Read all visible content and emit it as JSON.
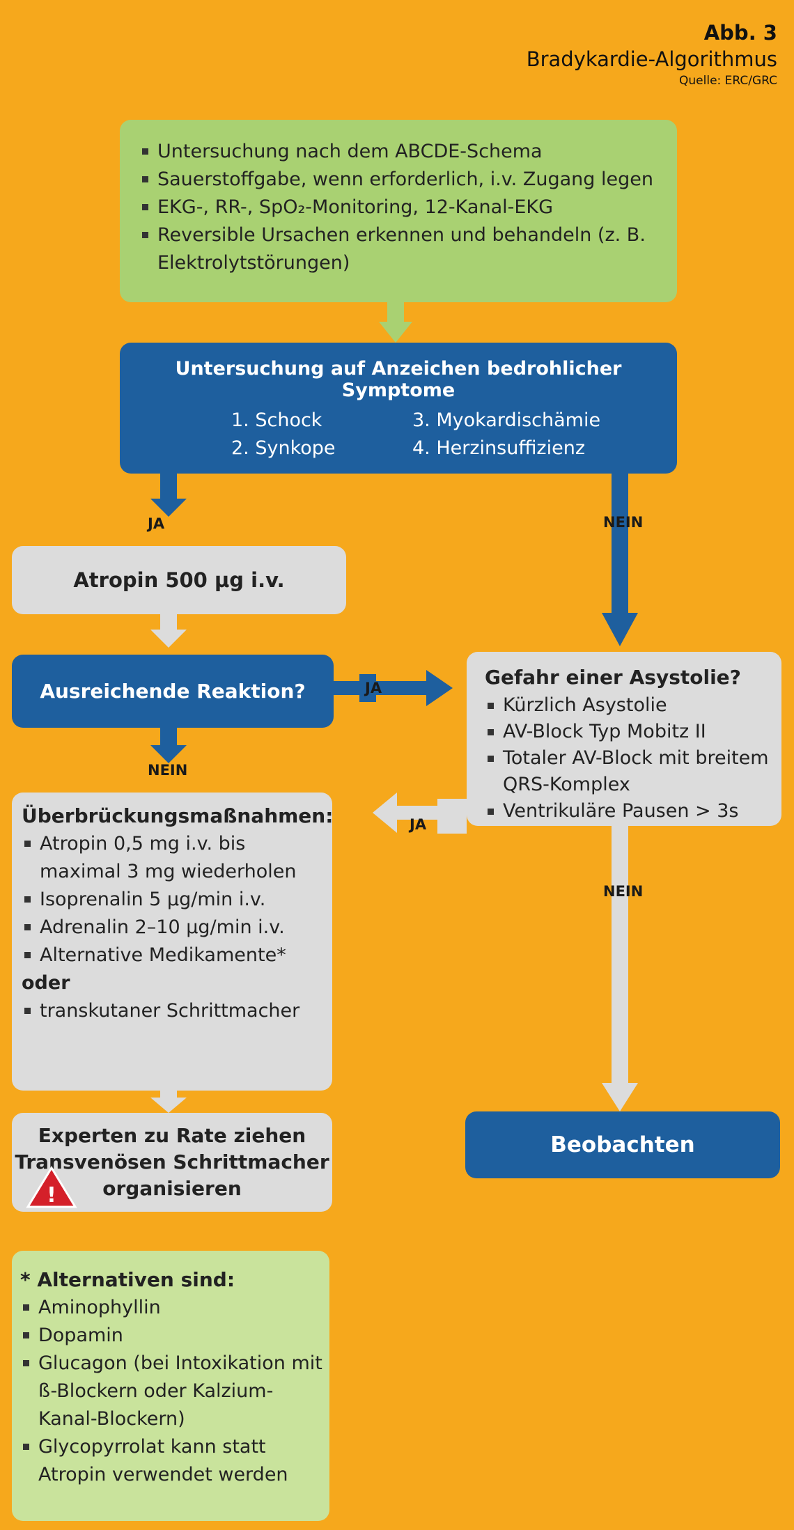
{
  "header": {
    "abb": "Abb. 3",
    "title": "Bradykardie-Algorithmus",
    "source": "Quelle: ERC/GRC"
  },
  "box_assess": {
    "items": [
      "Untersuchung nach dem ABCDE-Schema",
      "Sauerstoffgabe, wenn erforderlich, i.v. Zugang legen",
      "EKG-, RR-, SpO₂-Monitoring, 12-Kanal-EKG",
      "Reversible Ursachen erkennen und behandeln (z. B. Elektrolytstörungen)"
    ]
  },
  "box_symptoms": {
    "title": "Untersuchung auf Anzeichen bedrohlicher Symptome",
    "col1": [
      "1. Schock",
      "2. Synkope"
    ],
    "col2": [
      "3. Myokardischämie",
      "4. Herzinsuffizienz"
    ]
  },
  "labels": {
    "ja_left": "JA",
    "nein_right": "NEIN",
    "ja_middle": "JA",
    "nein_left": "NEIN",
    "ja_bridge": "JA",
    "nein_asystole": "NEIN"
  },
  "box_atropin": {
    "text": "Atropin 500 µg i.v."
  },
  "box_reaction": {
    "text": "Ausreichende Reaktion?"
  },
  "box_asystole": {
    "title": "Gefahr einer Asystolie?",
    "items": [
      "Kürzlich Asystolie",
      "AV-Block Typ Mobitz II",
      "Totaler AV-Block mit breitem QRS-Komplex",
      "Ventrikuläre Pausen > 3s"
    ]
  },
  "box_bridge": {
    "title": "Überbrückungsmaßnahmen:",
    "items": [
      "Atropin 0,5 mg i.v. bis maximal 3 mg  wiederholen",
      "Isoprenalin 5 µg/min i.v.",
      "Adrenalin 2–10 µg/min i.v.",
      "Alternative Medikamente*"
    ],
    "or_label": "oder",
    "items2": [
      "transkutaner Schrittmacher"
    ]
  },
  "box_expert": {
    "line1": "Experten zu Rate ziehen",
    "line2": "Transvenösen Schrittmacher",
    "line3": "organisieren",
    "warning_mark": "!"
  },
  "box_observe": {
    "text": "Beobachten"
  },
  "box_alternatives": {
    "title": "* Alternativen sind:",
    "items": [
      "Aminophyllin",
      "Dopamin",
      "Glucagon (bei Intoxikation mit ß-Blockern oder Kalzium-Kanal-Blockern)",
      "Glycopyrrolat kann statt Atropin verwendet werden"
    ]
  },
  "colors": {
    "background": "#f6a81c",
    "green": "#a9d172",
    "blue": "#1e5f9e",
    "gray": "#dcdcdc",
    "light_green": "#c9e39c",
    "warning": "#d4202a"
  }
}
